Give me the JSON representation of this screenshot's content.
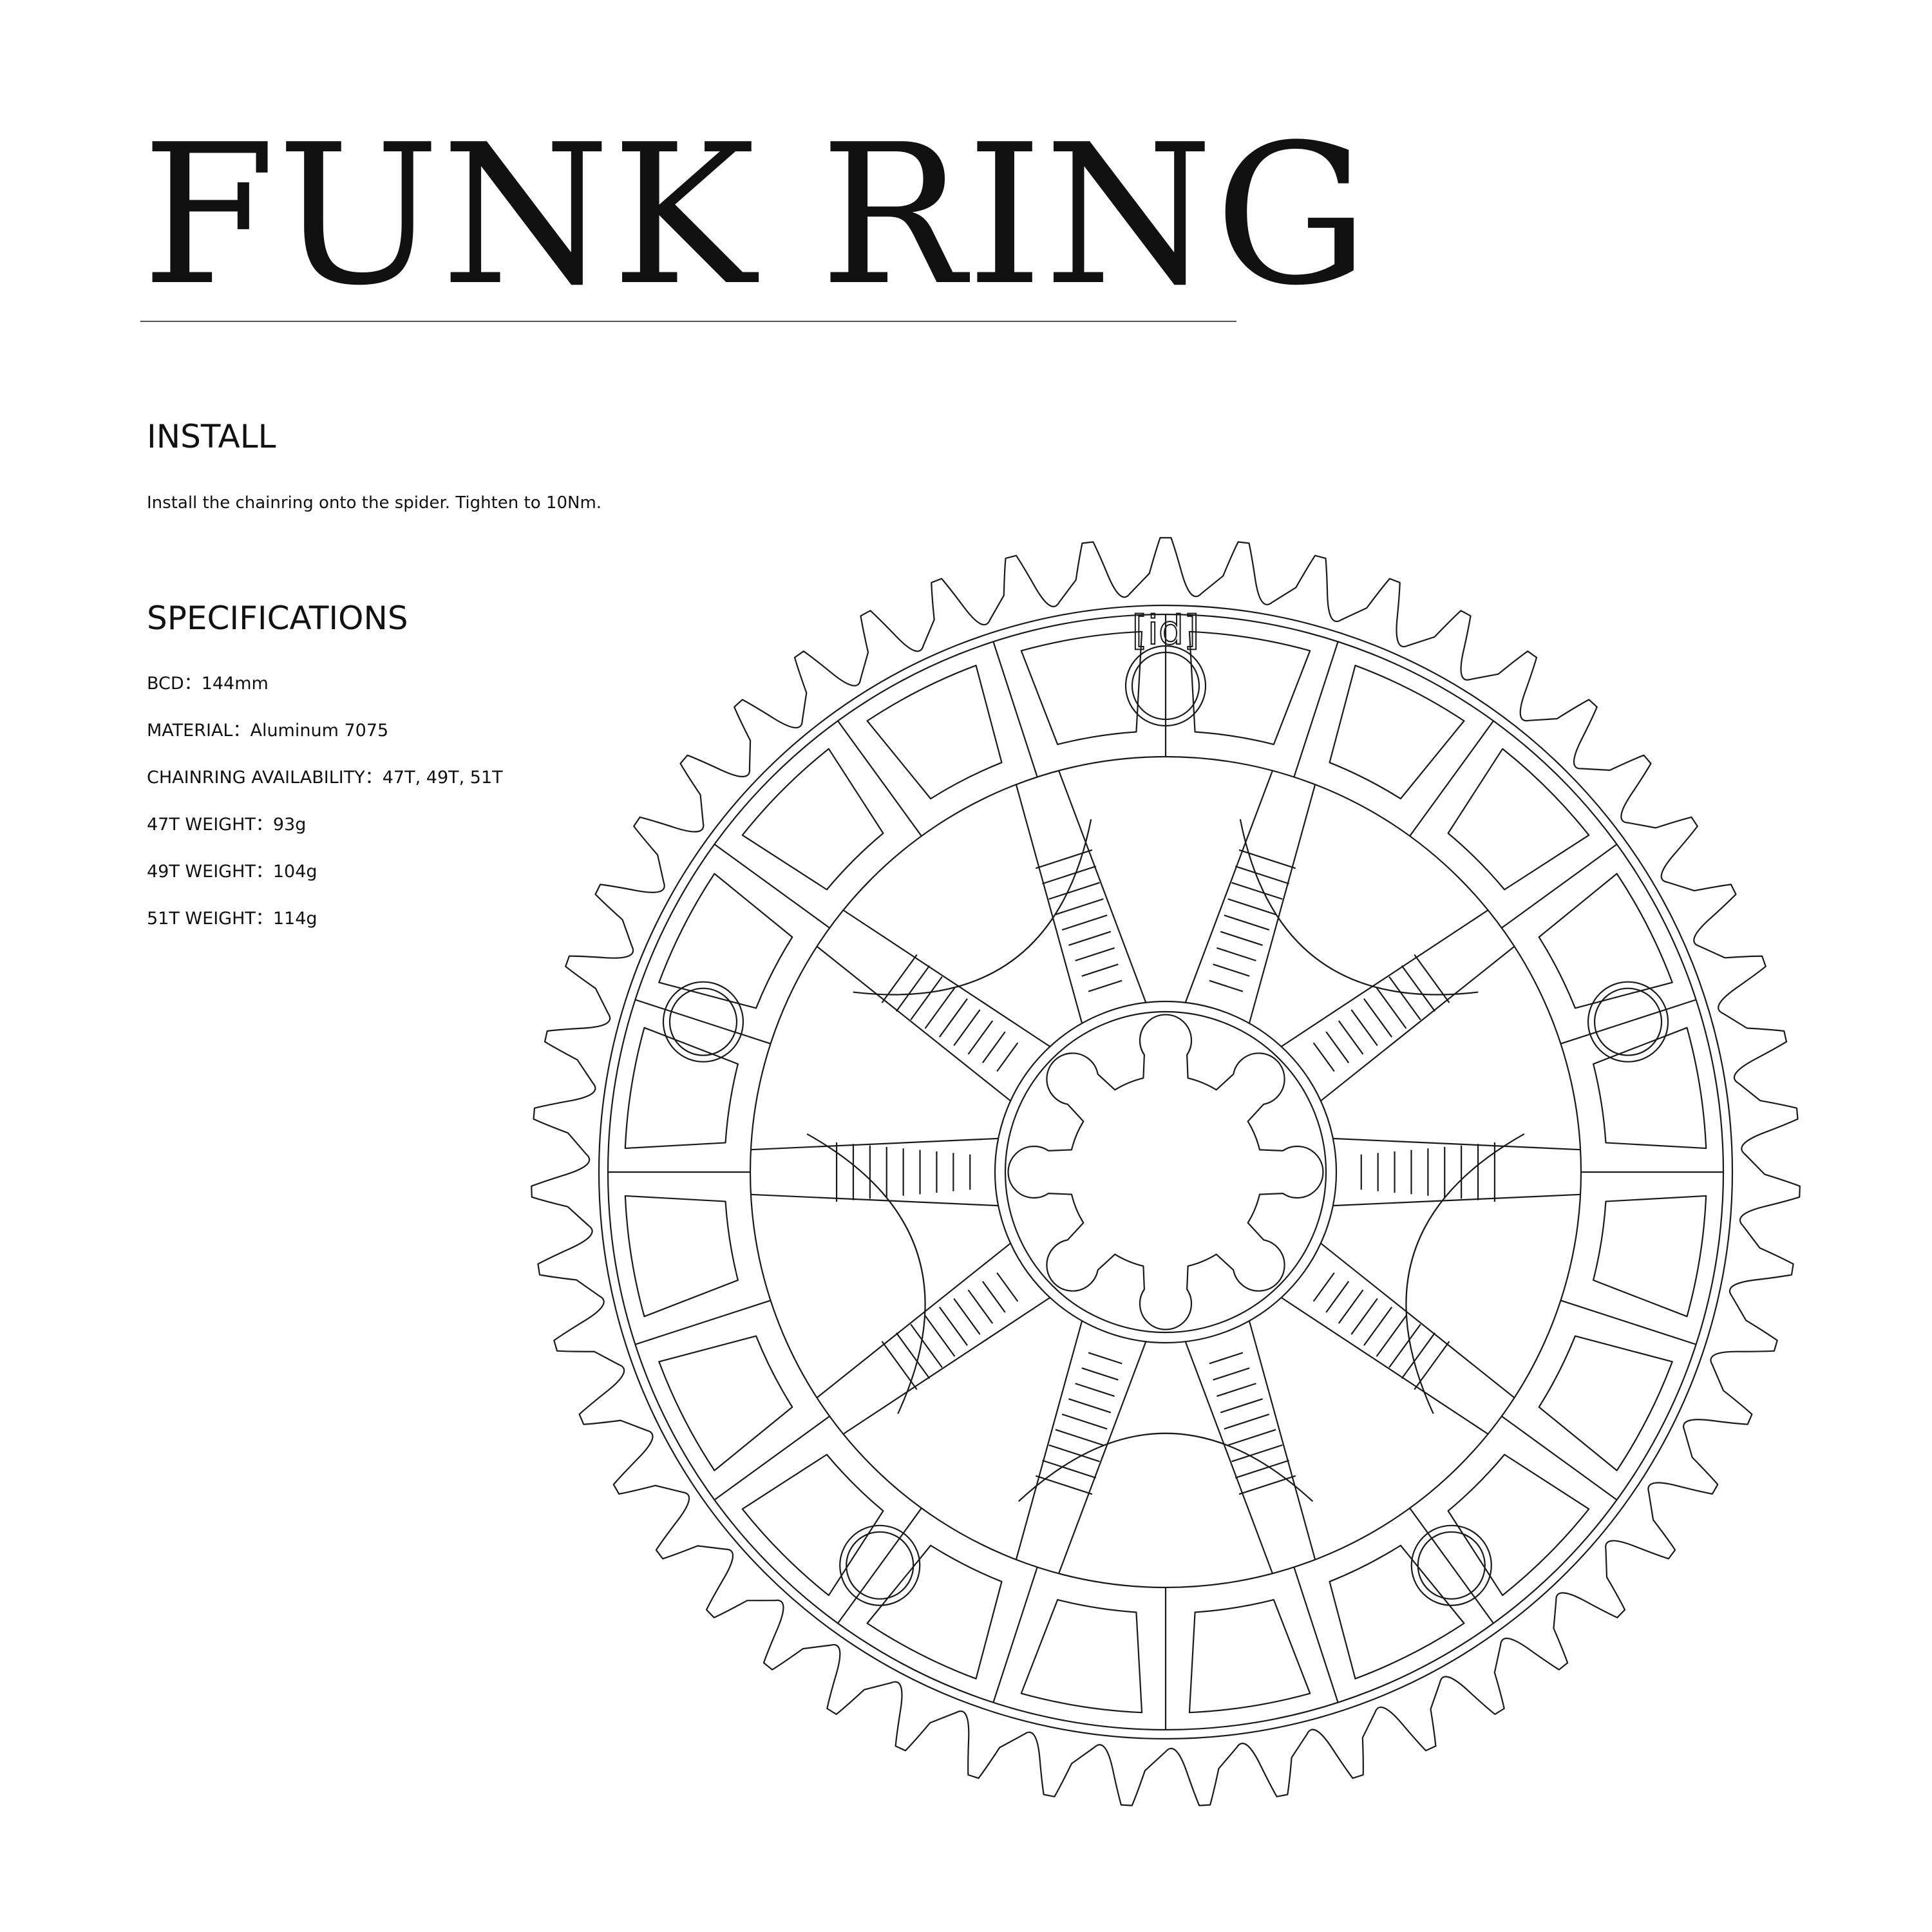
{
  "title": "FUNK RING",
  "install": {
    "heading": "INSTALL",
    "text": "Install the chainring onto the spider. Tighten to 10Nm."
  },
  "specifications": {
    "heading": "SPECIFICATIONS",
    "items": [
      {
        "label": "BCD",
        "separator": "：",
        "value": "144mm"
      },
      {
        "label": "MATERIAL",
        "separator": "：",
        "value": "Aluminum 7075"
      },
      {
        "label": "CHAINRING AVAILABILITY",
        "separator": "：",
        "value": "47T, 49T, 51T"
      },
      {
        "label": "47T WEIGHT",
        "separator": "：",
        "value": "93g"
      },
      {
        "label": "49T WEIGHT",
        "separator": "：",
        "value": "104g"
      },
      {
        "label": "51T WEIGHT",
        "separator": "：",
        "value": "114g"
      }
    ]
  },
  "drawing": {
    "logo_text": "[id]",
    "line_color": "#1a1a1a",
    "teeth_count": 51,
    "bolt_count": 5
  }
}
